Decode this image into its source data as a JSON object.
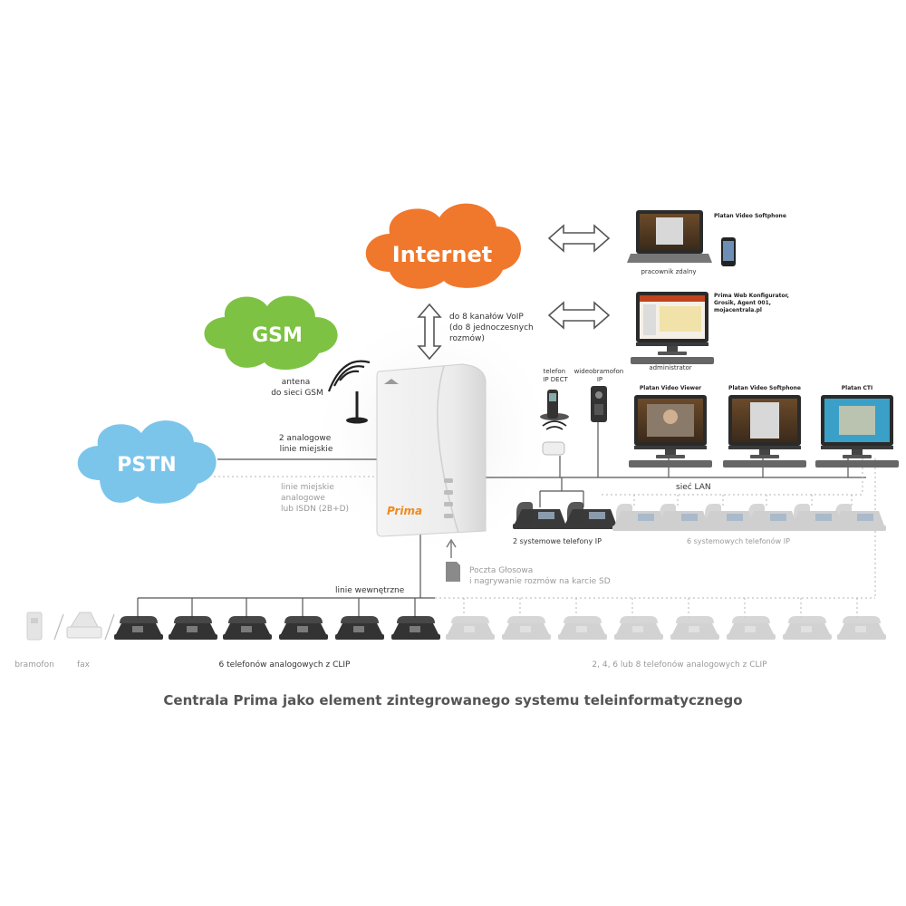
{
  "colors": {
    "internet": "#f0782c",
    "gsm": "#7dc243",
    "pstn": "#7cc5ea",
    "line": "#555555",
    "line_faded": "#b5b5b5",
    "prima_brand": "#f08a1c"
  },
  "clouds": {
    "internet": "Internet",
    "gsm": "GSM",
    "pstn": "PSTN"
  },
  "labels": {
    "voip": [
      "do 8 kanałów VoIP",
      "(do 8 jednoczesnych",
      "rozmów)"
    ],
    "antenna": [
      "antena",
      "do sieci GSM"
    ],
    "analog_lines": [
      "2 analogowe",
      "linie miejskie"
    ],
    "isdn_lines": [
      "linie miejskie",
      "analogowe",
      "lub ISDN (2B+D)"
    ],
    "dect": [
      "telefon",
      "IP DECT"
    ],
    "videodoor": [
      "wideobramofon",
      "IP"
    ],
    "lan": "sieć LAN",
    "sys_phones_2": "2 systemowe telefony IP",
    "sys_phones_6": "6 systemowych telefonów IP",
    "voicemail": [
      "Poczta Głosowa",
      "i nagrywanie rozmów na karcie SD"
    ],
    "internal_lines": "linie wewnętrzne",
    "doorphone": "bramofon",
    "fax": "fax",
    "analog_6": "6 telefonów analogowych z CLIP",
    "analog_more": "2, 4, 6 lub 8 telefonów analogowych z CLIP",
    "remote_worker": "pracownik zdalny",
    "admin": "administrator",
    "softphone_top": "Platan Video Softphone",
    "web_config": [
      "Prima Web Konfigurator,",
      "Grosik, Agent 001,",
      "mojacentrala.pl"
    ],
    "video_viewer": "Platan Video Viewer",
    "softphone_2": "Platan Video Softphone",
    "cti": "Platan CTI",
    "brand": "Prima"
  },
  "caption": "Centrala Prima jako element zintegrowanego systemu teleinformatycznego"
}
